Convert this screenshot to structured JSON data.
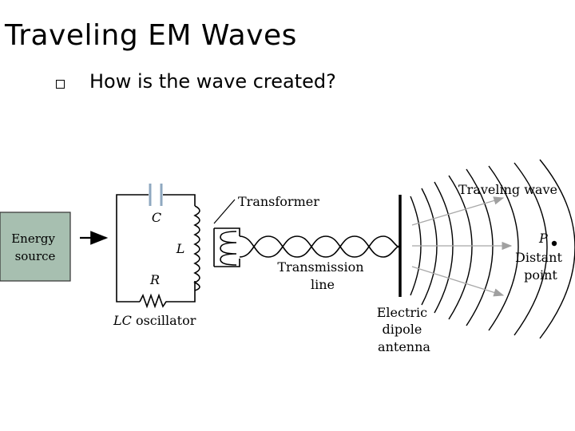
{
  "slide": {
    "title": "Traveling EM Waves",
    "bullet": "How is the wave created?"
  },
  "diagram": {
    "energy_source": "Energy source",
    "capacitor_label": "C",
    "inductor_label": "L",
    "resistor_label": "R",
    "oscillator_label_italic": "LC",
    "oscillator_label_rest": " oscillator",
    "transformer_label": "Transformer",
    "transmission_line_label": "Transmission line",
    "dipole_label": "Electric dipole antenna",
    "traveling_wave_label": "Traveling wave",
    "point_label": "P",
    "distant_point_label": "Distant point"
  },
  "colors": {
    "source_box": "#a7bfb0",
    "capacitor": "#8fa8c0",
    "rays": "#a8a8a8"
  }
}
